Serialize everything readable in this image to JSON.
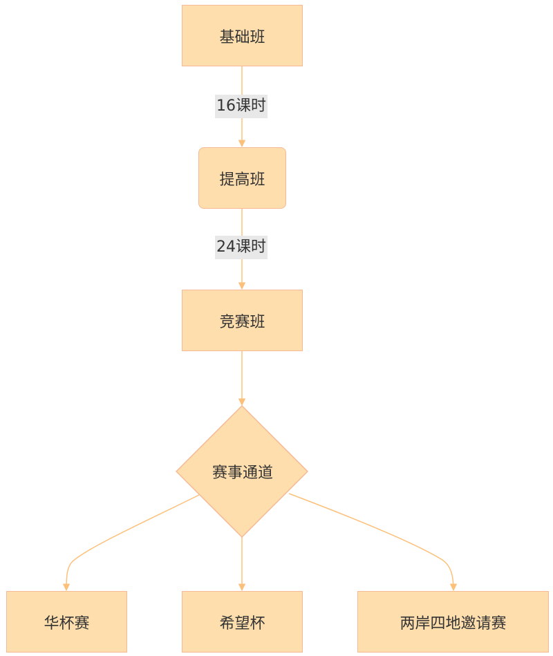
{
  "nodes": {
    "basic": "基础班",
    "advanced": "提高班",
    "competition": "竞赛班",
    "channel": "赛事通道",
    "huabei": "华杯赛",
    "xiwang": "希望杯",
    "liangan": "两岸四地邀请赛"
  },
  "edges": {
    "basic_to_advanced": "16课时",
    "advanced_to_competition": "24课时"
  },
  "colors": {
    "node_fill": "#ffdead",
    "node_border": "#f5b995",
    "edge": "#fcc07a",
    "label_bg": "#e8e8e8",
    "text": "#333333"
  }
}
